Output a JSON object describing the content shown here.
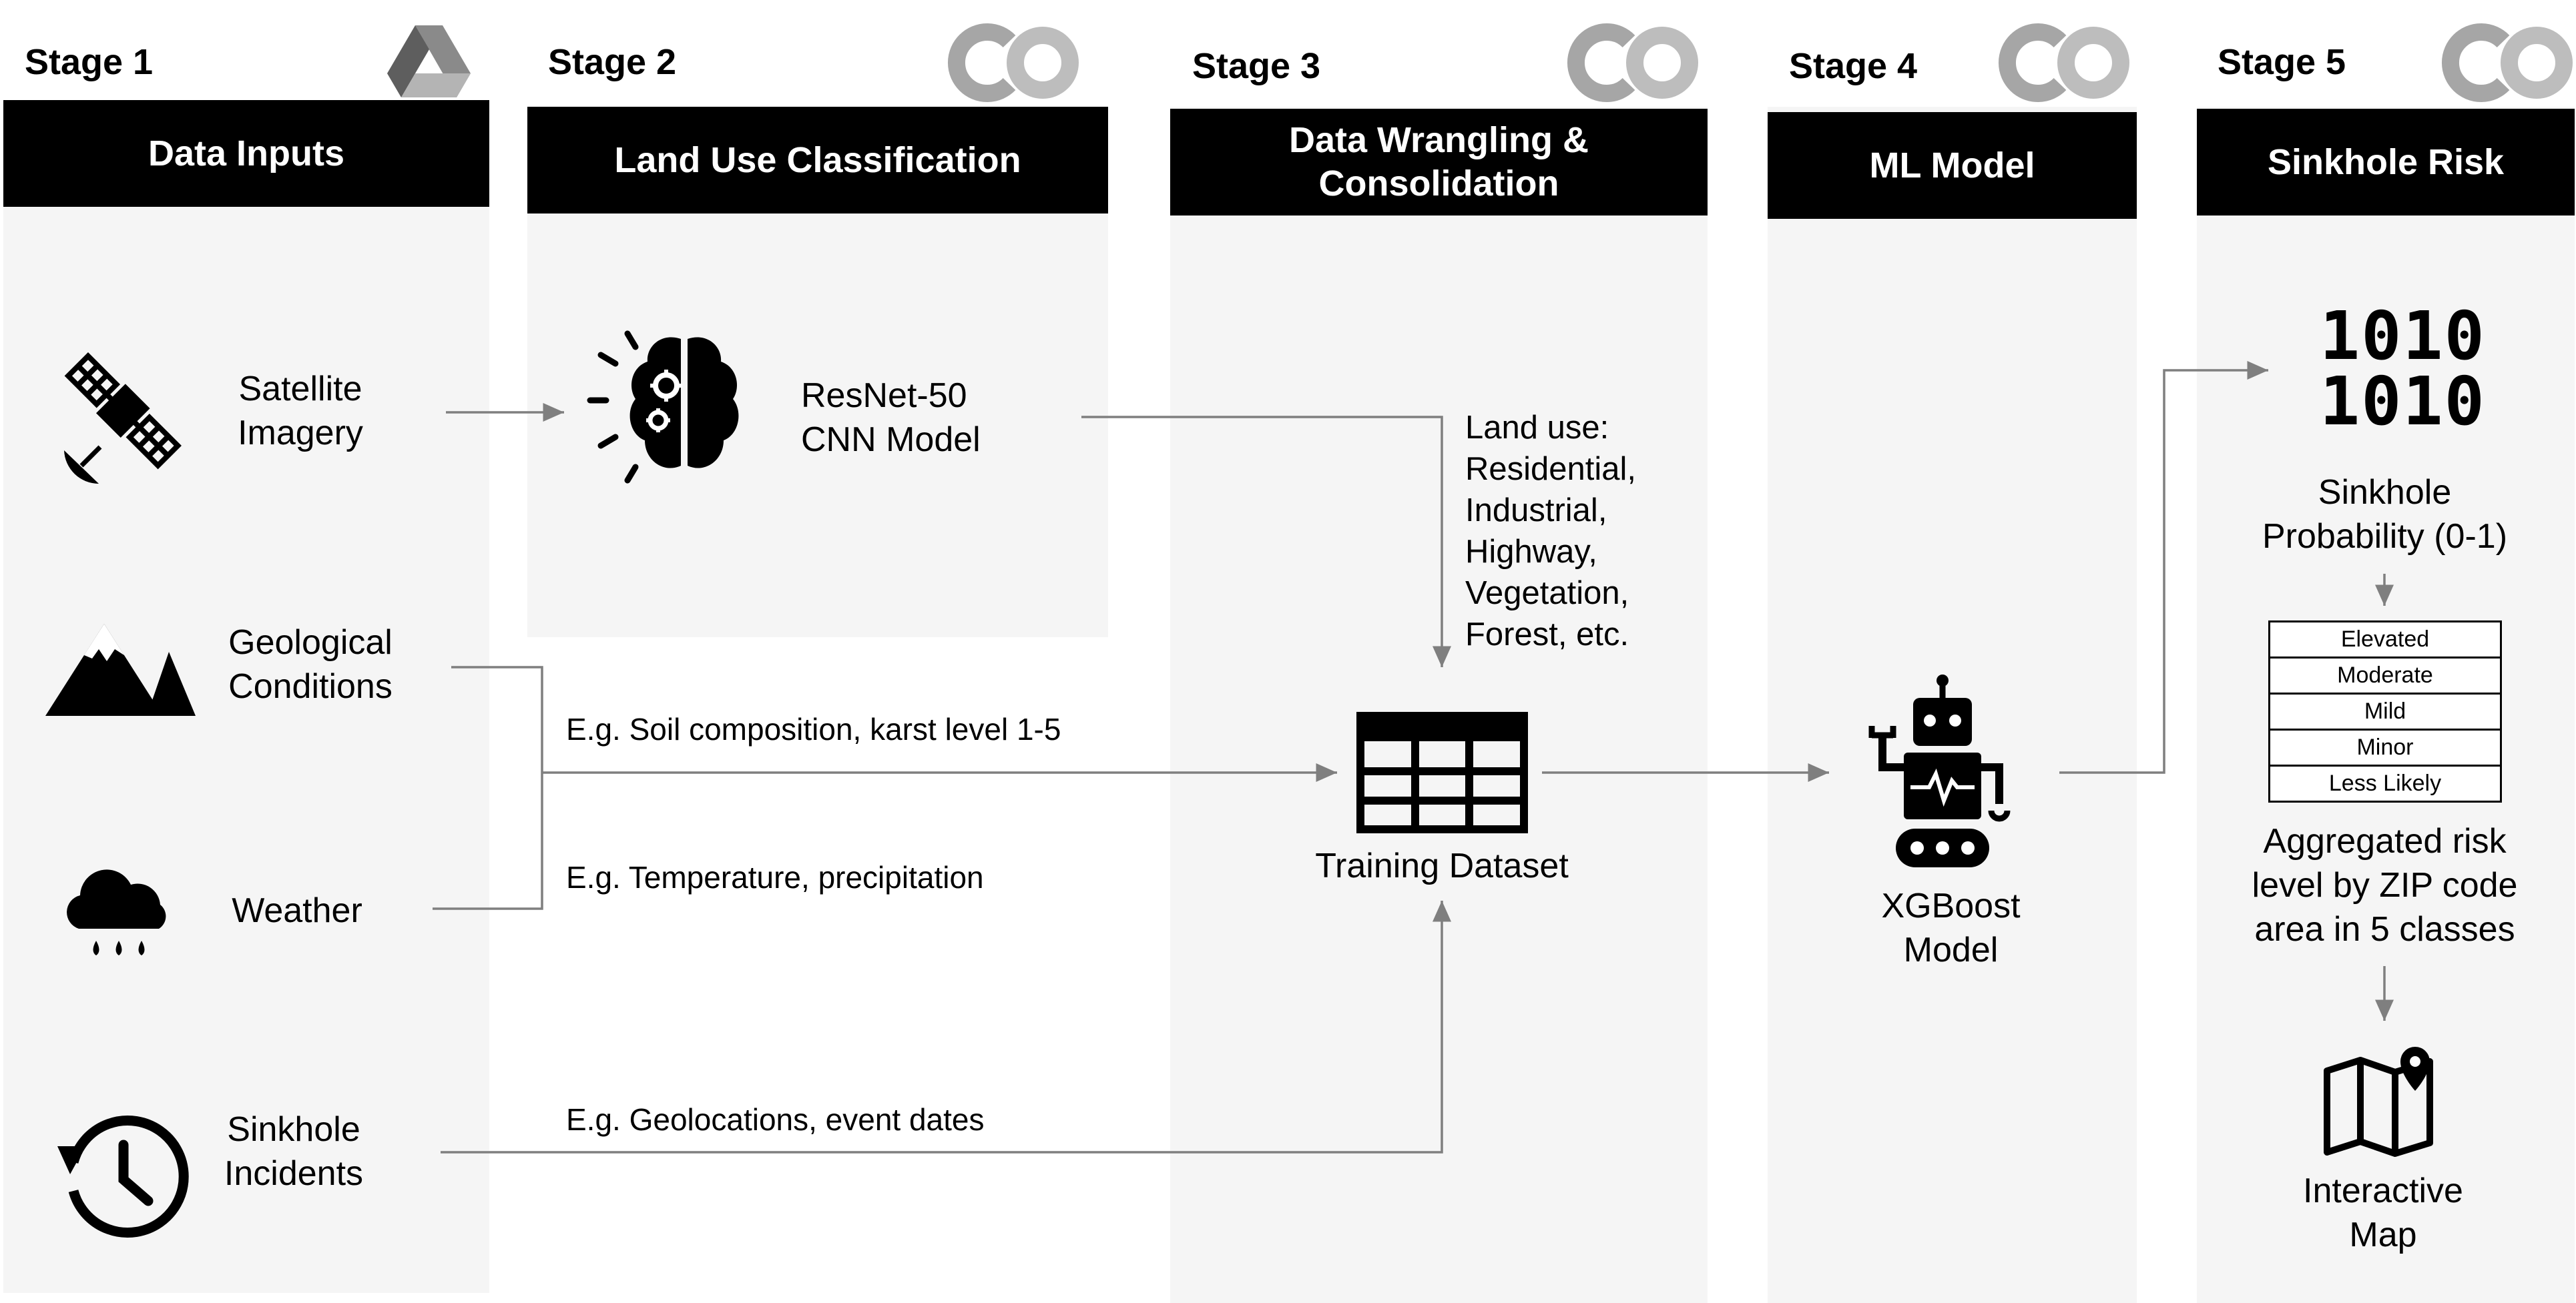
{
  "stages": [
    {
      "label": "Stage 1",
      "title": "Data Inputs"
    },
    {
      "label": "Stage 2",
      "title": "Land Use Classification"
    },
    {
      "label": "Stage 3",
      "title": "Data Wrangling &\nConsolidation"
    },
    {
      "label": "Stage 4",
      "title": "ML Model"
    },
    {
      "label": "Stage 5",
      "title": "Sinkhole Risk"
    }
  ],
  "inputs": {
    "satellite": "Satellite\nImagery",
    "geological": "Geological\nConditions",
    "weather": "Weather",
    "incidents": "Sinkhole\nIncidents"
  },
  "stage2": {
    "model": "ResNet-50\nCNN Model"
  },
  "stage3": {
    "land_use": "Land use:\nResidential,\nIndustrial,\nHighway,\nVegetation,\nForest, etc.",
    "soil_note": "E.g. Soil composition, karst level 1-5",
    "weather_note": "E.g. Temperature, precipitation",
    "incident_note": "E.g. Geolocations, event dates",
    "dataset": "Training Dataset"
  },
  "stage4": {
    "model": "XGBoost\nModel"
  },
  "stage5": {
    "binary": "1010\n1010",
    "probability": "Sinkhole\nProbability (0-1)",
    "risk_levels": [
      "Elevated",
      "Moderate",
      "Mild",
      "Minor",
      "Less Likely"
    ],
    "aggregated": "Aggregated risk\nlevel by ZIP code\narea in 5 classes",
    "map": "Interactive\nMap"
  },
  "logos": {
    "stage1": "google-drive-logo",
    "stage2to5": "colab-logo",
    "colab_text": "CO"
  },
  "colors": {
    "header": "#000000",
    "column": "#f5f5f5",
    "arrow": "#7f7f7f",
    "logo": "#a6a6a6"
  }
}
